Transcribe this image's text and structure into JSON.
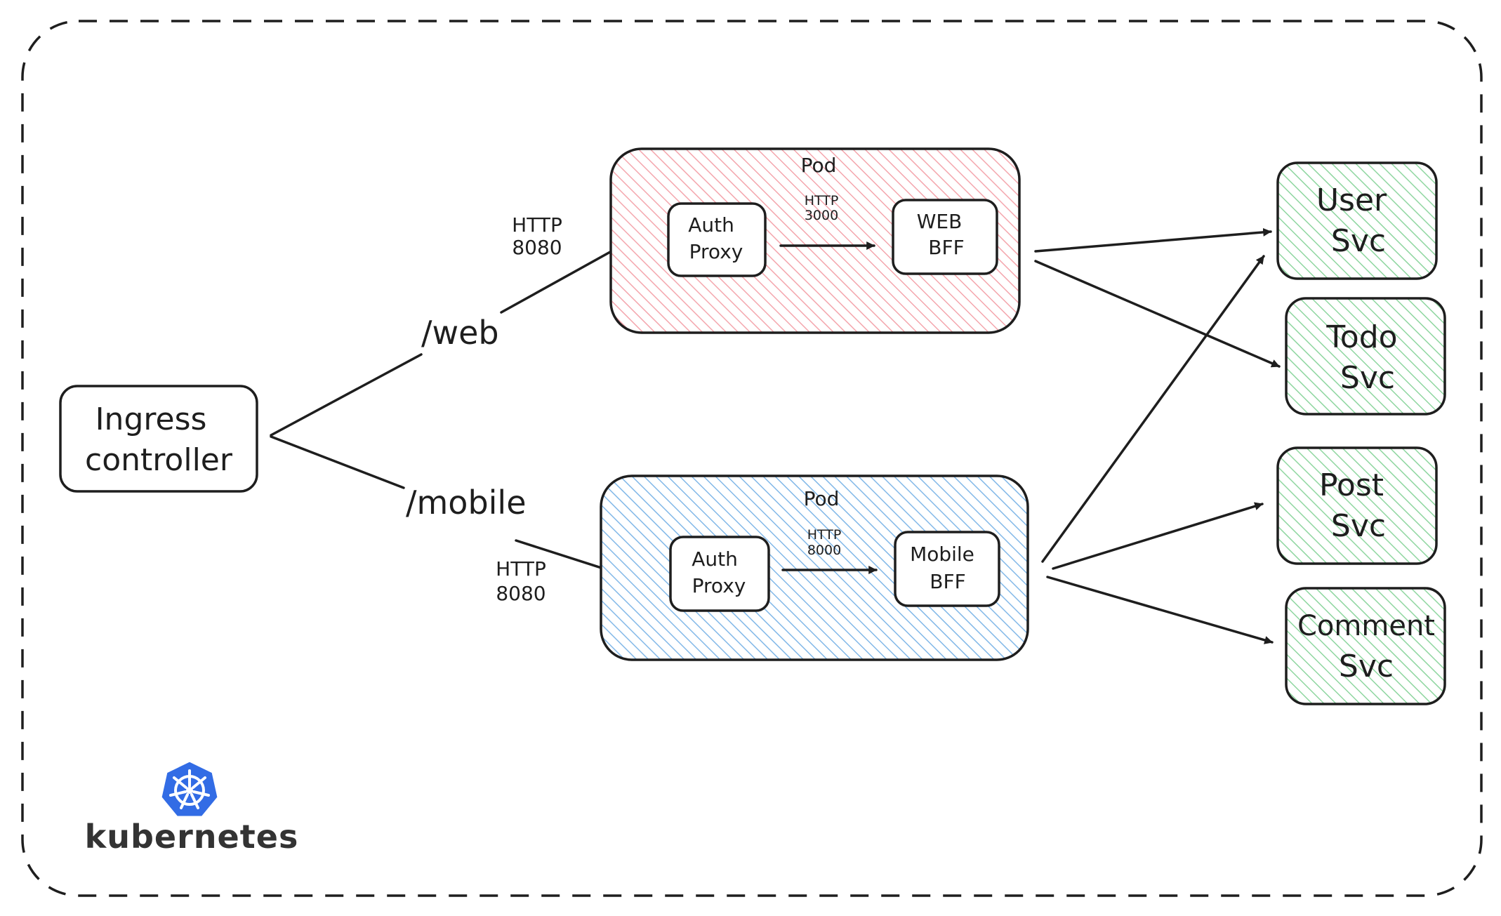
{
  "colors": {
    "pod_web_fill": "#f4a6ad",
    "pod_mobile_fill": "#82b8e8",
    "service_fill": "#8fd6a0",
    "stroke": "#1e1e1e",
    "k8s_blue": "#326ce5"
  },
  "ingress": {
    "line1": "Ingress",
    "line2": "controller"
  },
  "routes": {
    "web": "/web",
    "mobile": "/mobile"
  },
  "web_pod": {
    "title": "Pod",
    "port_in": {
      "line1": "HTTP",
      "line2": "8080"
    },
    "proxy": {
      "line1": "Auth",
      "line2": "Proxy"
    },
    "port_internal": {
      "line1": "HTTP",
      "line2": "3000"
    },
    "bff": {
      "line1": "WEB",
      "line2": "BFF"
    }
  },
  "mobile_pod": {
    "title": "Pod",
    "port_in": {
      "line1": "HTTP",
      "line2": "8080"
    },
    "proxy": {
      "line1": "Auth",
      "line2": "Proxy"
    },
    "port_internal": {
      "line1": "HTTP",
      "line2": "8000"
    },
    "bff": {
      "line1": "Mobile",
      "line2": "BFF"
    }
  },
  "services": [
    {
      "line1": "User",
      "line2": "Svc"
    },
    {
      "line1": "Todo",
      "line2": "Svc"
    },
    {
      "line1": "Post",
      "line2": "Svc"
    },
    {
      "line1": "Comment",
      "line2": "Svc"
    }
  ],
  "logo": {
    "icon": "kubernetes-helm-wheel-icon",
    "text": "kubernetes"
  }
}
